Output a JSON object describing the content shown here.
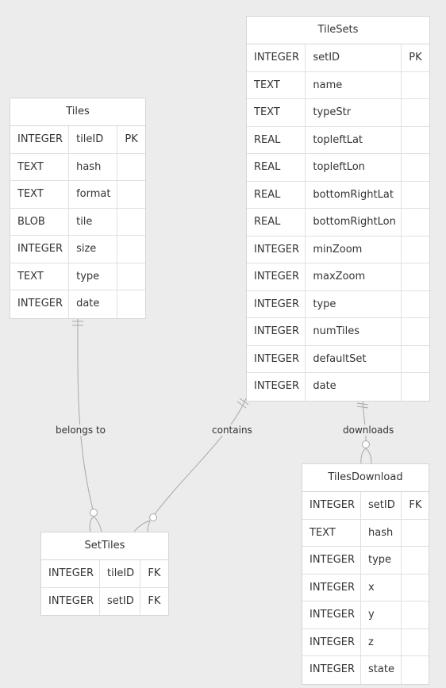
{
  "entities": [
    {
      "id": "tiles",
      "title": "Tiles",
      "columns": [
        {
          "type": "INTEGER",
          "name": "tileID",
          "key": "PK"
        },
        {
          "type": "TEXT",
          "name": "hash",
          "key": ""
        },
        {
          "type": "TEXT",
          "name": "format",
          "key": ""
        },
        {
          "type": "BLOB",
          "name": "tile",
          "key": ""
        },
        {
          "type": "INTEGER",
          "name": "size",
          "key": ""
        },
        {
          "type": "TEXT",
          "name": "type",
          "key": ""
        },
        {
          "type": "INTEGER",
          "name": "date",
          "key": ""
        }
      ]
    },
    {
      "id": "tilesets",
      "title": "TileSets",
      "columns": [
        {
          "type": "INTEGER",
          "name": "setID",
          "key": "PK"
        },
        {
          "type": "TEXT",
          "name": "name",
          "key": ""
        },
        {
          "type": "TEXT",
          "name": "typeStr",
          "key": ""
        },
        {
          "type": "REAL",
          "name": "topleftLat",
          "key": ""
        },
        {
          "type": "REAL",
          "name": "topleftLon",
          "key": ""
        },
        {
          "type": "REAL",
          "name": "bottomRightLat",
          "key": ""
        },
        {
          "type": "REAL",
          "name": "bottomRightLon",
          "key": ""
        },
        {
          "type": "INTEGER",
          "name": "minZoom",
          "key": ""
        },
        {
          "type": "INTEGER",
          "name": "maxZoom",
          "key": ""
        },
        {
          "type": "INTEGER",
          "name": "type",
          "key": ""
        },
        {
          "type": "INTEGER",
          "name": "numTiles",
          "key": ""
        },
        {
          "type": "INTEGER",
          "name": "defaultSet",
          "key": ""
        },
        {
          "type": "INTEGER",
          "name": "date",
          "key": ""
        }
      ]
    },
    {
      "id": "settiles",
      "title": "SetTiles",
      "columns": [
        {
          "type": "INTEGER",
          "name": "tileID",
          "key": "FK"
        },
        {
          "type": "INTEGER",
          "name": "setID",
          "key": "FK"
        }
      ]
    },
    {
      "id": "tilesdownload",
      "title": "TilesDownload",
      "columns": [
        {
          "type": "INTEGER",
          "name": "setID",
          "key": "FK"
        },
        {
          "type": "TEXT",
          "name": "hash",
          "key": ""
        },
        {
          "type": "INTEGER",
          "name": "type",
          "key": ""
        },
        {
          "type": "INTEGER",
          "name": "x",
          "key": ""
        },
        {
          "type": "INTEGER",
          "name": "y",
          "key": ""
        },
        {
          "type": "INTEGER",
          "name": "z",
          "key": ""
        },
        {
          "type": "INTEGER",
          "name": "state",
          "key": ""
        }
      ]
    }
  ],
  "relationships": [
    {
      "id": "belongs-to",
      "label": "belongs to",
      "from": "tiles",
      "to": "settiles",
      "from_cardinality": "exactly-one",
      "to_cardinality": "zero-or-many"
    },
    {
      "id": "contains",
      "label": "contains",
      "from": "tilesets",
      "to": "settiles",
      "from_cardinality": "exactly-one",
      "to_cardinality": "zero-or-many"
    },
    {
      "id": "downloads",
      "label": "downloads",
      "from": "tilesets",
      "to": "tilesdownload",
      "from_cardinality": "exactly-one",
      "to_cardinality": "zero-or-many"
    }
  ],
  "colors": {
    "background": "#ececec",
    "entity_fill": "#ffffff",
    "border": "#d6d6d6",
    "line": "#a8a8a8",
    "text": "#333333"
  }
}
